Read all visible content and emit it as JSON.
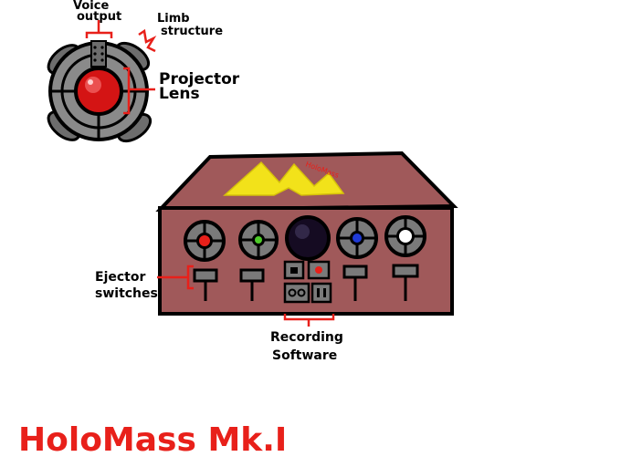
{
  "callouts": {
    "voice_output": [
      "Voice",
      "output"
    ],
    "limb_structure": [
      "Limb",
      "structure"
    ],
    "projector_lens": [
      "Projector",
      "Lens"
    ],
    "ejector_switches": [
      "Ejector",
      "switches"
    ],
    "recording_software": [
      "Recording",
      "Software"
    ]
  },
  "title": "HoloMass Mk.I",
  "lid_lettering": "HoloMass",
  "colors": {
    "callout_red": "#e8201a",
    "case_body": "#a0595a",
    "lid_logo": "#f2e21a",
    "title_red": "#e8201a"
  },
  "indicators": [
    "red",
    "green",
    "black-lens",
    "blue",
    "white"
  ]
}
